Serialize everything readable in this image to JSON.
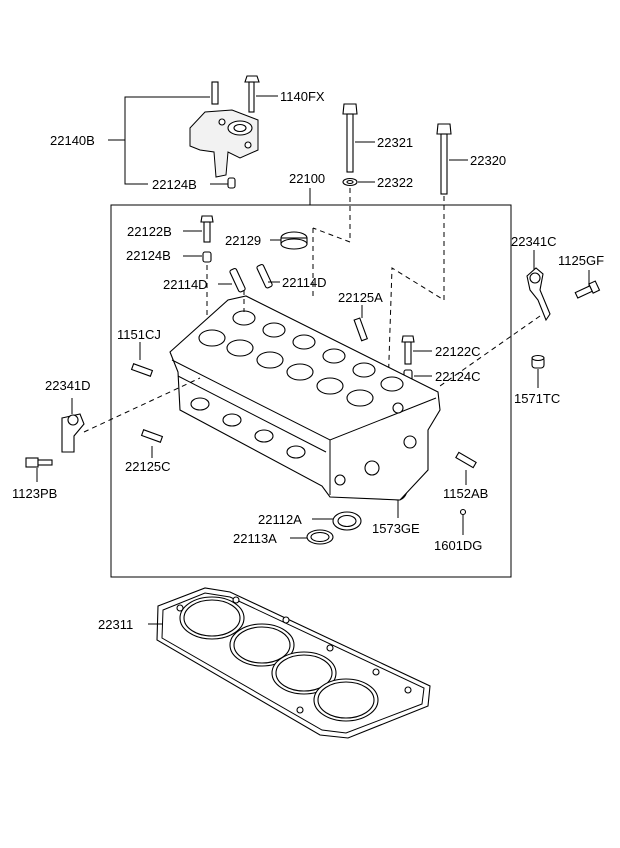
{
  "labels": {
    "p1140FX": "1140FX",
    "p22140B": "22140B",
    "p22124B_top": "22124B",
    "p22321": "22321",
    "p22320": "22320",
    "p22322": "22322",
    "p22100": "22100",
    "p22122B": "22122B",
    "p22124B": "22124B",
    "p22129": "22129",
    "p22114D_left": "22114D",
    "p22114D_right": "22114D",
    "p22125A": "22125A",
    "p1151CJ": "1151CJ",
    "p22122C": "22122C",
    "p22124C": "22124C",
    "p22341D": "22341D",
    "p22125C": "22125C",
    "p1123PB": "1123PB",
    "p22341C": "22341C",
    "p1125GF": "1125GF",
    "p1571TC": "1571TC",
    "p1152AB": "1152AB",
    "p22112A": "22112A",
    "p22113A": "22113A",
    "p1573GE": "1573GE",
    "p1601DG": "1601DG",
    "p22311": "22311"
  }
}
